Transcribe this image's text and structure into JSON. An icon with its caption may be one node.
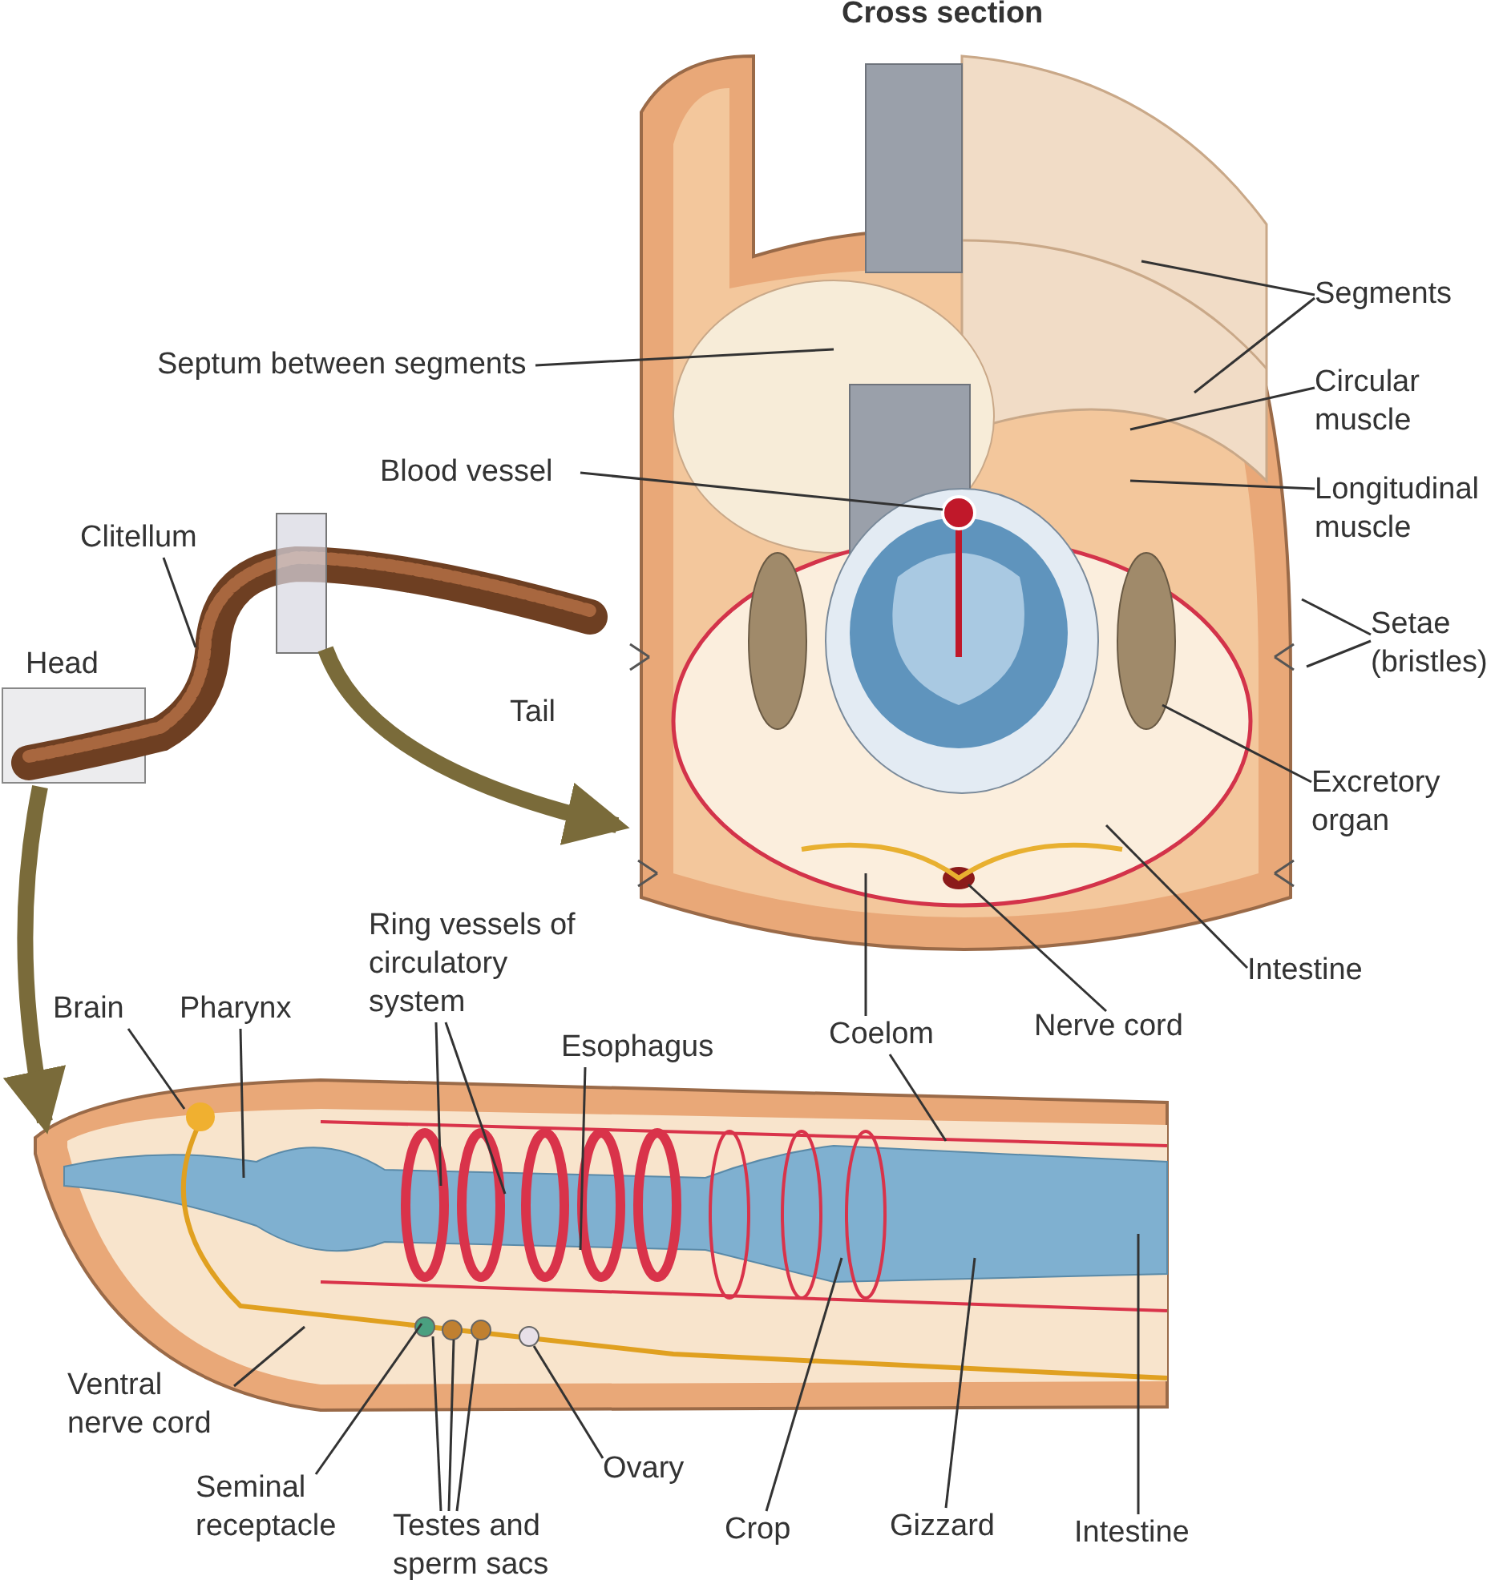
{
  "diagram": {
    "nodes": [
      {
        "text": [
          "Cross section"
        ]
      },
      {
        "text": [],
        "shape": "picture"
      },
      {
        "text": [
          "Head"
        ]
      },
      {
        "text": [],
        "shape": "box"
      },
      {
        "text": [
          "Septum between segments"
        ]
      },
      {
        "text": [
          "Blood vessel"
        ]
      },
      {
        "text": [
          "Clitellum"
        ]
      },
      {
        "text": [
          "Segments"
        ]
      },
      {
        "text": [
          "Circular muscle"
        ]
      },
      {
        "text": [
          "Longitudinal muscle"
        ]
      },
      {
        "text": [
          "Setae (bristles)"
        ]
      },
      {
        "text": [
          "Excretory organ"
        ]
      },
      {
        "text": [
          "Intestine"
        ]
      },
      {
        "text": [
          "Nerve cord"
        ]
      },
      {
        "text": [
          "Coelom"
        ]
      },
      {
        "text": [
          "Brain"
        ]
      },
      {
        "text": [
          "Pharynx"
        ]
      },
      {
        "text": [
          "Ring vessels of circulatory system"
        ]
      },
      {
        "text": [
          "Esophagus"
        ]
      },
      {
        "text": [
          "Ventral nerve cord"
        ]
      },
      {
        "text": [
          "Seminal receptacle"
        ]
      },
      {
        "text": [
          "Testes and sperm sacs"
        ]
      },
      {
        "text": [
          "Ovary"
        ]
      },
      {
        "text": [
          "Crop"
        ]
      },
      {
        "text": [
          "Gizzard"
        ]
      },
      {
        "text": [
          "Intestine"
        ]
      }
    ],
    "edges": [
      {
        "from": 3,
        "to": 0,
        "arrow": "to",
        "style": "thick"
      },
      {
        "from": 2,
        "to": 1,
        "arrow": "to",
        "style": "thick"
      },
      {
        "from": 4,
        "to": 0,
        "arrow": "none"
      },
      {
        "from": 5,
        "to": 0,
        "arrow": "none"
      },
      {
        "from": 6,
        "to": null,
        "arrow": "none"
      },
      {
        "from": 7,
        "to": 0,
        "arrow": "none"
      },
      {
        "from": 7,
        "to": 0,
        "arrow": "none"
      },
      {
        "from": 8,
        "to": 0,
        "arrow": "none"
      },
      {
        "from": 9,
        "to": 0,
        "arrow": "none"
      },
      {
        "from": 10,
        "to": 0,
        "arrow": "none"
      },
      {
        "from": 10,
        "to": 0,
        "arrow": "none"
      },
      {
        "from": 11,
        "to": 0,
        "arrow": "none"
      },
      {
        "from": 12,
        "to": 0,
        "arrow": "none"
      },
      {
        "from": 13,
        "to": 0,
        "arrow": "none"
      },
      {
        "from": 14,
        "to": 0,
        "arrow": "none"
      },
      {
        "from": 14,
        "to": 1,
        "arrow": "none"
      },
      {
        "from": 15,
        "to": 1,
        "arrow": "none"
      },
      {
        "from": 16,
        "to": 1,
        "arrow": "none"
      },
      {
        "from": 17,
        "to": 1,
        "arrow": "none"
      },
      {
        "from": 17,
        "to": 1,
        "arrow": "none"
      },
      {
        "from": 18,
        "to": 1,
        "arrow": "none"
      },
      {
        "from": 19,
        "to": 1,
        "arrow": "none"
      },
      {
        "from": 20,
        "to": 1,
        "arrow": "none"
      },
      {
        "from": 21,
        "to": 1,
        "arrow": "none"
      },
      {
        "from": 21,
        "to": 1,
        "arrow": "none"
      },
      {
        "from": 21,
        "to": 1,
        "arrow": "none"
      },
      {
        "from": 22,
        "to": 1,
        "arrow": "none"
      },
      {
        "from": 23,
        "to": 1,
        "arrow": "none"
      },
      {
        "from": 24,
        "to": 1,
        "arrow": "none"
      },
      {
        "from": 25,
        "to": 1,
        "arrow": "none"
      }
    ],
    "labels": [
      "Tail"
    ]
  }
}
